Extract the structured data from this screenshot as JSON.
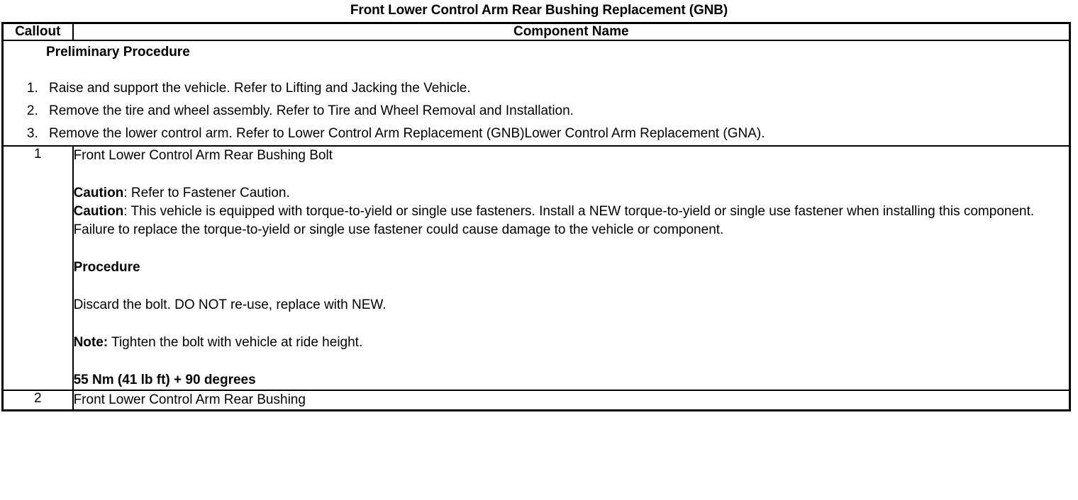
{
  "document": {
    "title": "Front Lower Control Arm Rear Bushing Replacement (GNB)"
  },
  "table": {
    "headers": {
      "callout": "Callout",
      "component_name": "Component Name"
    },
    "preliminary": {
      "heading": "Preliminary Procedure",
      "steps": [
        "Raise and support the vehicle. Refer to Lifting and Jacking the Vehicle.",
        "Remove the tire and wheel assembly. Refer to Tire and Wheel Removal and Installation.",
        "Remove the lower control arm. Refer to Lower Control Arm Replacement (GNB)Lower Control Arm Replacement (GNA)."
      ]
    },
    "rows": [
      {
        "callout": "1",
        "name": "Front Lower Control Arm Rear Bushing Bolt",
        "caution1_label": "Caution",
        "caution1_sep": ": ",
        "caution1_text": "Refer to Fastener Caution.",
        "caution2_label": "Caution",
        "caution2_sep": ": ",
        "caution2_text": "This vehicle is equipped with torque-to-yield or single use fasteners. Install a NEW torque-to-yield or single use fastener when installing this component. Failure to replace the torque-to-yield or single use fastener could cause damage to the vehicle or component.",
        "procedure_heading": "Procedure",
        "procedure_text": "Discard the bolt. DO NOT re-use, replace with NEW.",
        "note_label": "Note:",
        "note_text": " Tighten the bolt with vehicle at ride height.",
        "torque_spec": "55 Nm (41 lb ft) + 90 degrees"
      },
      {
        "callout": "2",
        "name": "Front Lower Control Arm Rear Bushing"
      }
    ]
  }
}
